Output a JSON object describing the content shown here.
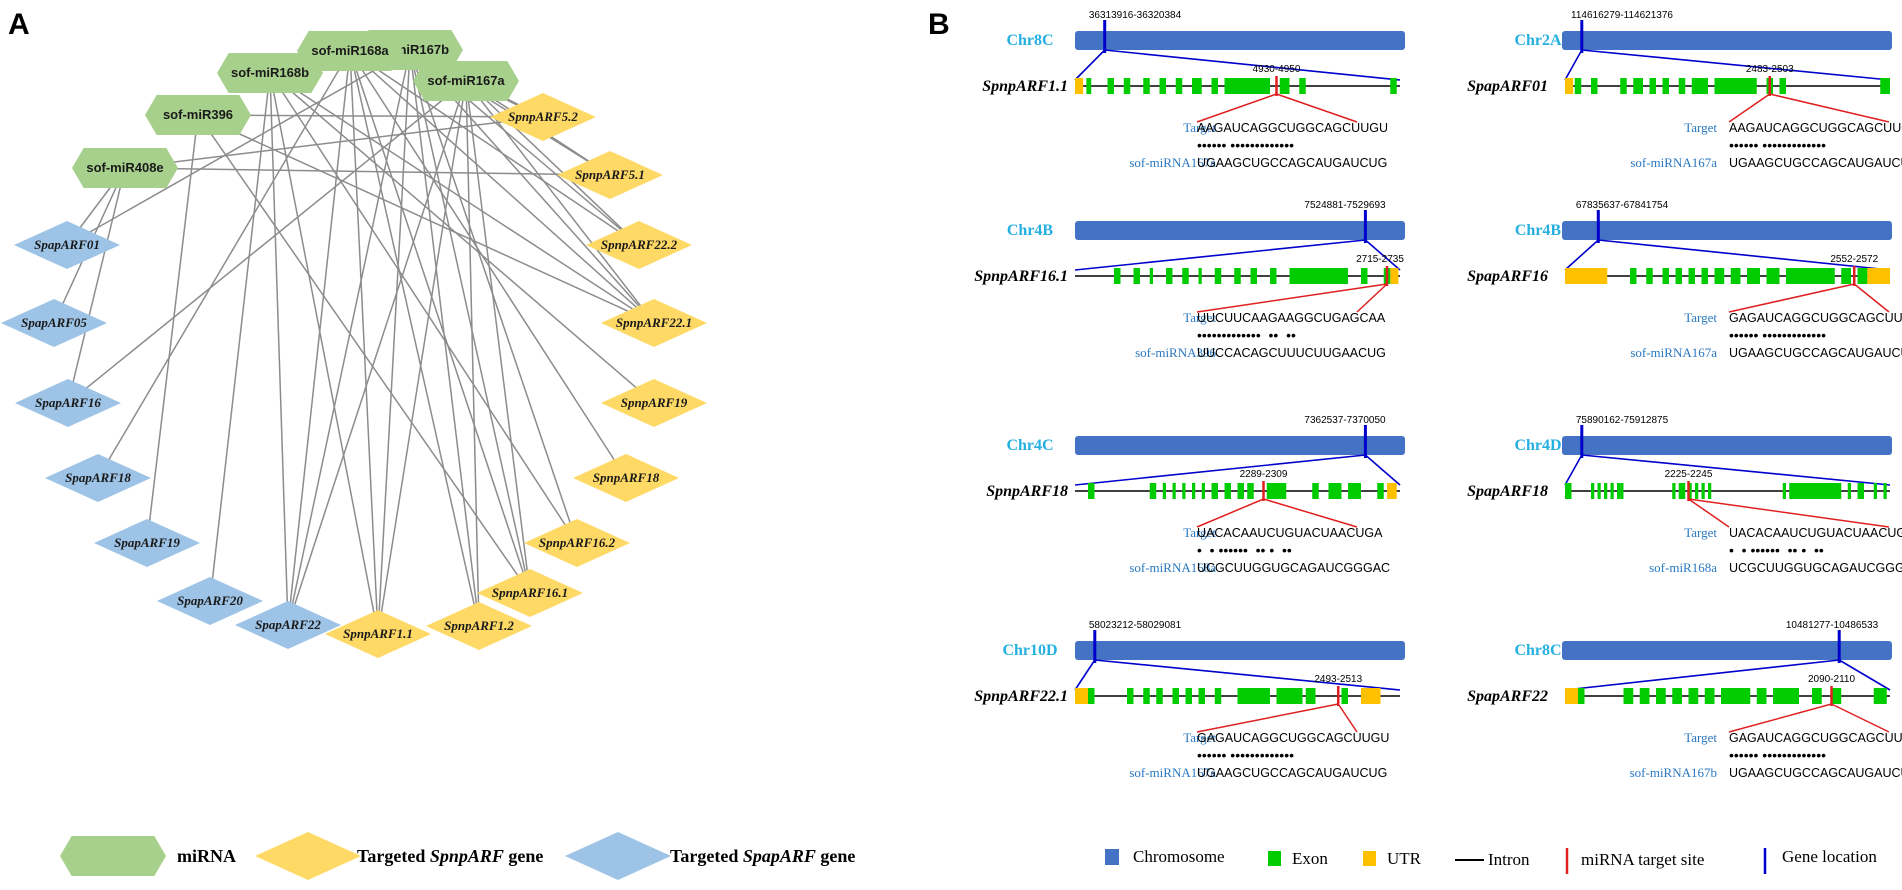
{
  "panels": {
    "a_letter": "A",
    "b_letter": "B"
  },
  "network": {
    "mirna_nodes": [
      {
        "id": "m167b",
        "label": "sof-miR167b"
      },
      {
        "id": "m168a",
        "label": "sof-miR168a"
      },
      {
        "id": "m168b",
        "label": "sof-miR168b"
      },
      {
        "id": "m167a",
        "label": "sof-miR167a"
      },
      {
        "id": "m396",
        "label": "sof-miR396"
      },
      {
        "id": "m408e",
        "label": "sof-miR408e"
      }
    ],
    "spnp_nodes": [
      {
        "id": "s52",
        "label": "SpnpARF5.2"
      },
      {
        "id": "s51",
        "label": "SpnpARF5.1"
      },
      {
        "id": "s222",
        "label": "SpnpARF22.2"
      },
      {
        "id": "s221",
        "label": "SpnpARF22.1"
      },
      {
        "id": "s19",
        "label": "SpnpARF19"
      },
      {
        "id": "s18",
        "label": "SpnpARF18"
      },
      {
        "id": "s162",
        "label": "SpnpARF16.2"
      },
      {
        "id": "s161",
        "label": "SpnpARF16.1"
      },
      {
        "id": "s12",
        "label": "SpnpARF1.2"
      },
      {
        "id": "s11",
        "label": "SpnpARF1.1"
      }
    ],
    "spap_nodes": [
      {
        "id": "a01",
        "label": "SpapARF01"
      },
      {
        "id": "a05",
        "label": "SpapARF05"
      },
      {
        "id": "a16",
        "label": "SpapARF16"
      },
      {
        "id": "a18",
        "label": "SpapARF18"
      },
      {
        "id": "a19",
        "label": "SpapARF19"
      },
      {
        "id": "a20",
        "label": "SpapARF20"
      },
      {
        "id": "a22",
        "label": "SpapARF22"
      }
    ],
    "edges": [
      [
        "m167a",
        "s52"
      ],
      [
        "m167a",
        "s51"
      ],
      [
        "m167a",
        "s222"
      ],
      [
        "m167a",
        "s221"
      ],
      [
        "m167a",
        "s161"
      ],
      [
        "m167a",
        "s12"
      ],
      [
        "m167a",
        "s11"
      ],
      [
        "m167a",
        "a16"
      ],
      [
        "m167a",
        "a22"
      ],
      [
        "m167b",
        "s52"
      ],
      [
        "m167b",
        "s51"
      ],
      [
        "m167b",
        "s222"
      ],
      [
        "m167b",
        "s221"
      ],
      [
        "m167b",
        "s162"
      ],
      [
        "m167b",
        "s161"
      ],
      [
        "m167b",
        "s12"
      ],
      [
        "m167b",
        "s11"
      ],
      [
        "m167b",
        "a01"
      ],
      [
        "m167b",
        "a22"
      ],
      [
        "m168a",
        "s222"
      ],
      [
        "m168a",
        "s221"
      ],
      [
        "m168a",
        "s18"
      ],
      [
        "m168a",
        "s161"
      ],
      [
        "m168a",
        "s12"
      ],
      [
        "m168a",
        "s11"
      ],
      [
        "m168a",
        "a18"
      ],
      [
        "m168a",
        "a22"
      ],
      [
        "m168b",
        "s221"
      ],
      [
        "m168b",
        "s19"
      ],
      [
        "m168b",
        "s162"
      ],
      [
        "m168b",
        "s11"
      ],
      [
        "m168b",
        "a20"
      ],
      [
        "m168b",
        "a22"
      ],
      [
        "m396",
        "s52"
      ],
      [
        "m396",
        "s221"
      ],
      [
        "m396",
        "s161"
      ],
      [
        "m396",
        "a19"
      ],
      [
        "m408e",
        "s51"
      ],
      [
        "m408e",
        "s52"
      ],
      [
        "m408e",
        "a01"
      ],
      [
        "m408e",
        "a05"
      ],
      [
        "m408e",
        "a16"
      ]
    ],
    "legend": {
      "mirna": "miRNA",
      "spnp_prefix": "Targeted ",
      "spnp_italic": "SpnpARF",
      "spnp_suffix": " gene",
      "spap_prefix": "Targeted ",
      "spap_italic": "SpapARF",
      "spap_suffix": " gene"
    }
  },
  "gene_structures": [
    {
      "chr": "Chr8C",
      "coords": "36313916-36320384",
      "gene": "SpnpARF1.1",
      "site": "4930-4950",
      "target_label": "Target",
      "target_seq": "AAGAUCAGGCUGGCAGCUUGU",
      "pairing": "•••••• •••••••••••••",
      "mirna_label": "sof-miRNA167a",
      "mirna_seq": "UGAAGCUGCCAGCAUGAUCUG"
    },
    {
      "chr": "Chr2A",
      "coords": "114616279-114621376",
      "gene": "SpapARF01",
      "site": "2483-2503",
      "target_label": "Target",
      "target_seq": "AAGAUCAGGCUGGCAGCUUGU",
      "pairing": "•••••• •••••••••••••",
      "mirna_label": "sof-miRNA167a",
      "mirna_seq": "UGAAGCUGCCAGCAUGAUCUG"
    },
    {
      "chr": "Chr4B",
      "coords": "7524881-7529693",
      "gene": "SpnpARF16.1",
      "site": "2715-2735",
      "target_label": "Target",
      "target_seq": "UUCUUCAAGAAGGCUGAGCAA",
      "pairing": "•••••••••••••  ••  ••",
      "mirna_label": "sof-miRNA396",
      "mirna_seq": "UUCCACAGCUUUCUUGAACUG"
    },
    {
      "chr": "Chr4B",
      "coords": "67835637-67841754",
      "gene": "SpapARF16",
      "site": "2552-2572",
      "target_label": "Target",
      "target_seq": "GAGAUCAGGCUGGCAGCUUGU",
      "pairing": "•••••• •••••••••••••",
      "mirna_label": "sof-miRNA167a",
      "mirna_seq": "UGAAGCUGCCAGCAUGAUCUG"
    },
    {
      "chr": "Chr4C",
      "coords": "7362537-7370050",
      "gene": "SpnpARF18",
      "site": "2289-2309",
      "target_label": "Target",
      "target_seq": "UACACAAUCUGUACUAACUGA",
      "pairing": "•  • ••••••  •• •  ••",
      "mirna_label": "sof-miRNA168a",
      "mirna_seq": "UCGCUUGGUGCAGAUCGGGAC"
    },
    {
      "chr": "Chr4D",
      "coords": "75890162-75912875",
      "gene": "SpapARF18",
      "site": "2225-2245",
      "target_label": "Target",
      "target_seq": "UACACAAUCUGUACUAACUGA",
      "pairing": "•  • ••••••  •• •  ••",
      "mirna_label": "sof-miR168a",
      "mirna_seq": "UCGCUUGGUGCAGAUCGGGAC"
    },
    {
      "chr": "Chr10D",
      "coords": "58023212-58029081",
      "gene": "SpnpARF22.1",
      "site": "2493-2513",
      "target_label": "Target",
      "target_seq": "GAGAUCAGGCUGGCAGCUUGU",
      "pairing": "•••••• •••••••••••••",
      "mirna_label": "sof-miRNA167a",
      "mirna_seq": "UGAAGCUGCCAGCAUGAUCUG"
    },
    {
      "chr": "Chr8C",
      "coords": "10481277-10486533",
      "gene": "SpapARF22",
      "site": "2090-2110",
      "target_label": "Target",
      "target_seq": "GAGAUCAGGCUGGCAGCUUGU",
      "pairing": "•••••• •••••••••••••",
      "mirna_label": "sof-miRNA167b",
      "mirna_seq": "UGAAGCUGCCAGCAUGAUCUG"
    }
  ],
  "structure_legend": {
    "chromosome": "Chromosome",
    "exon": "Exon",
    "utr": "UTR",
    "intron": "Intron",
    "target_site": "miRNA target site",
    "gene_location": "Gene location"
  },
  "colors": {
    "mirna": "#a8d08d",
    "spnp": "#ffd966",
    "spap": "#9dc3e6",
    "edge": "#8c8c8c",
    "chromosome": "#4472c4",
    "exon": "#00cc00",
    "utr": "#ffc000",
    "intron": "#000000",
    "target_site": "#e02020",
    "gene_location": "#0000cc"
  }
}
